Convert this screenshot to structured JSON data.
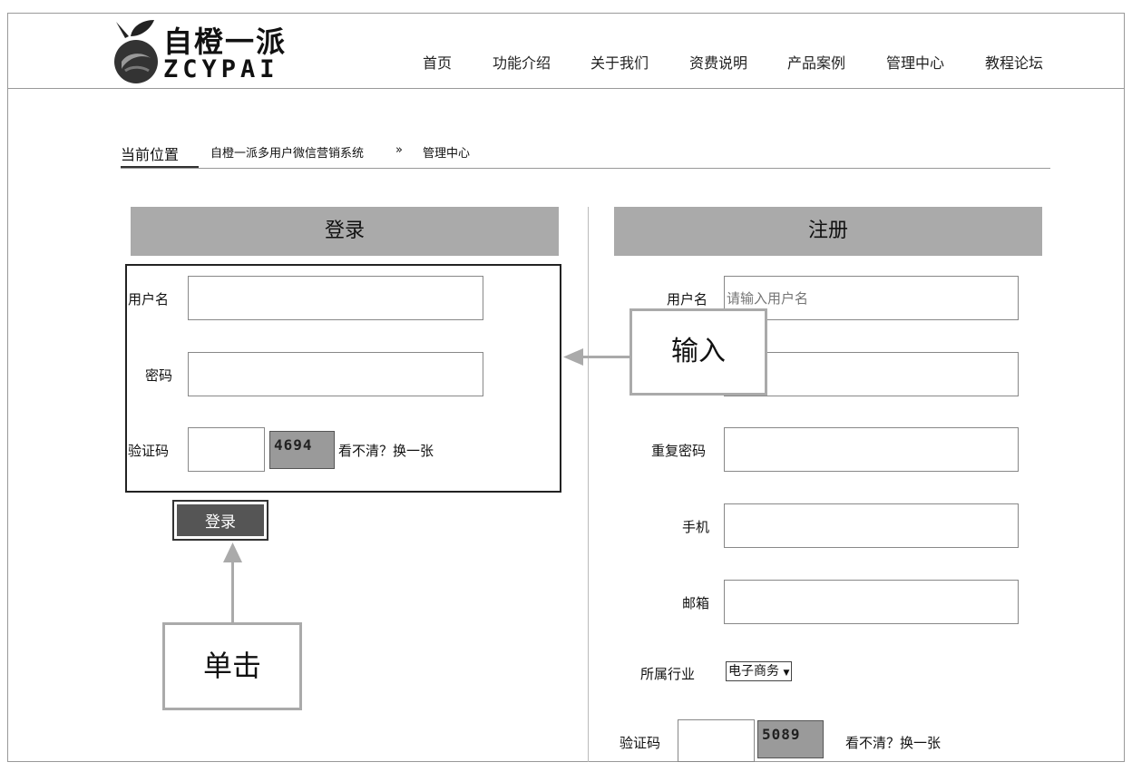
{
  "brand": {
    "name_cn": "自橙一派",
    "name_en": "ZCYPAI"
  },
  "nav": [
    "首页",
    "功能介绍",
    "关于我们",
    "资费说明",
    "产品案例",
    "管理中心",
    "教程论坛"
  ],
  "breadcrumb": {
    "label": "当前位置",
    "path": [
      "自橙一派多用户微信营销系统",
      "»",
      "管理中心"
    ]
  },
  "login": {
    "title": "登录",
    "username_label": "用户名",
    "password_label": "密码",
    "captcha_label": "验证码",
    "captcha_code": "4694",
    "refresh_text": "看不清？换一张",
    "button_label": "登录"
  },
  "register": {
    "title": "注册",
    "username_label": "用户名",
    "username_placeholder": "请输入用户名",
    "repeat_password_label": "重复密码",
    "phone_label": "手机",
    "email_label": "邮箱",
    "industry_label": "所属行业",
    "industry_value": "电子商务",
    "captcha_label": "验证码",
    "captcha_code": "5089",
    "refresh_text": "看不清？换一张"
  },
  "annotations": {
    "input_callout": "输入",
    "click_callout": "单击"
  },
  "colors": {
    "panel_header": "#aaaaaa",
    "button": "#555555",
    "callout_border": "#aaaaaa"
  }
}
